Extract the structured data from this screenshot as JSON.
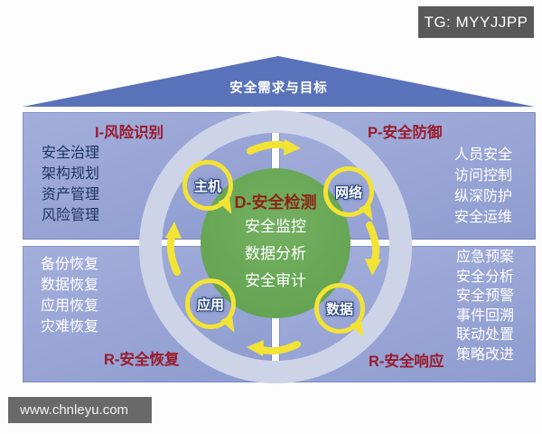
{
  "badges": {
    "tg": "TG: MYYJJPP",
    "site": "www.chnleyu.com"
  },
  "roof": {
    "label": "安全需求与目标"
  },
  "quadrants": [
    {
      "key": "identify",
      "title": "I-风险识别",
      "items": [
        "安全治理",
        "架构规划",
        "资产管理",
        "风险管理"
      ]
    },
    {
      "key": "protect",
      "title": "P-安全防御",
      "items": [
        "人员安全",
        "访问控制",
        "纵深防护",
        "安全运维"
      ]
    },
    {
      "key": "recover",
      "title": "R-安全恢复",
      "items": [
        "备份恢复",
        "数据恢复",
        "应用恢复",
        "灾难恢复"
      ]
    },
    {
      "key": "respond",
      "title": "R-安全响应",
      "items": [
        "应急预案",
        "安全分析",
        "安全预警",
        "事件回溯",
        "联动处置",
        "策略改进"
      ]
    }
  ],
  "center": {
    "title": "D-安全检测",
    "items": [
      "安全监控",
      "数据分析",
      "安全审计"
    ]
  },
  "ring_labels": [
    {
      "key": "host",
      "label": "主机"
    },
    {
      "key": "network",
      "label": "网络"
    },
    {
      "key": "application",
      "label": "应用"
    },
    {
      "key": "data",
      "label": "数据"
    }
  ],
  "colors": {
    "quadrant_fill": "#95a3d3",
    "ring": "#cdd4e8",
    "core_green": "#66a553",
    "arrow_yellow": "#f2e335",
    "title_red": "#9a1b2c",
    "core_title_red": "#8d2415",
    "item_navy": "#1e3563",
    "roof_blue": "#5a72ba",
    "tg_badge_gray": "#595959",
    "site_badge_gray": "#696969"
  }
}
